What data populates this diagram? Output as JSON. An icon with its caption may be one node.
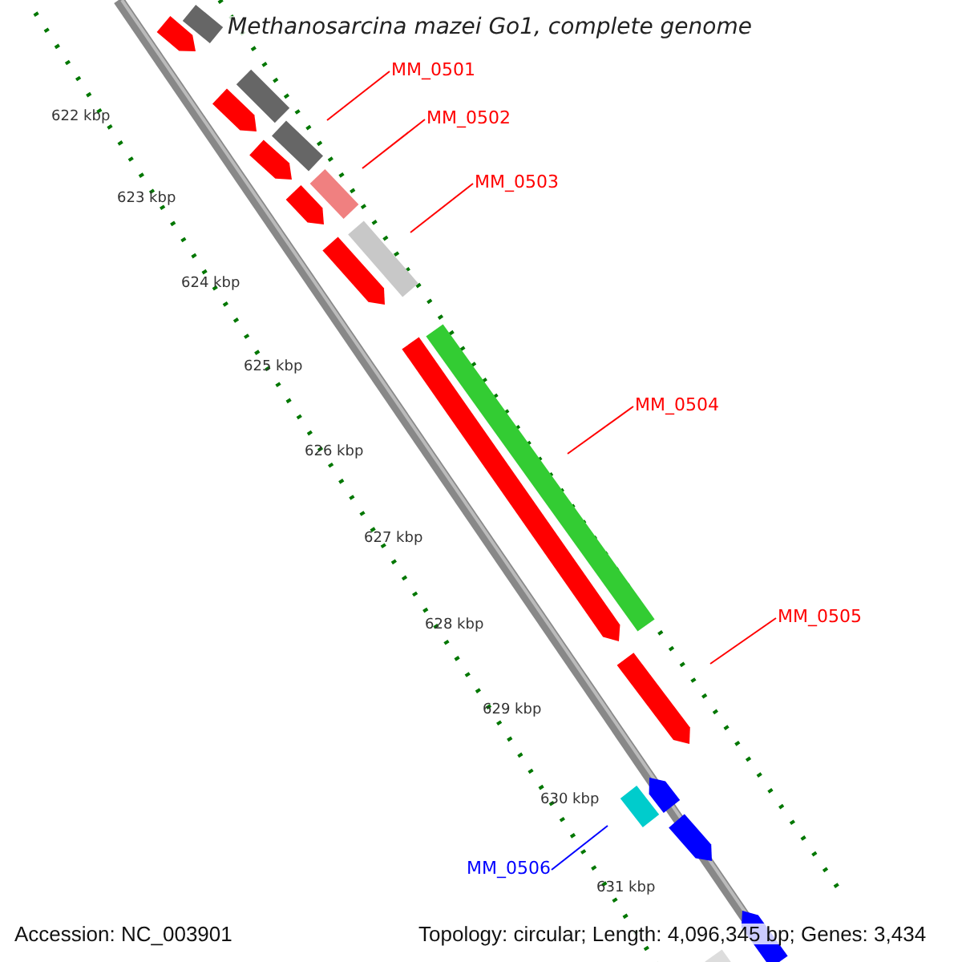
{
  "diagram": {
    "title": "Methanosarcina mazei Go1, complete genome",
    "nodes": [
      {
        "text": [
          "MM_0501"
        ]
      },
      {
        "text": [
          "MM_0502"
        ]
      },
      {
        "text": [
          "MM_0503"
        ]
      },
      {
        "text": [
          "MM_0504"
        ]
      },
      {
        "text": [
          "MM_0505"
        ]
      },
      {
        "text": [
          "MM_0506"
        ]
      }
    ],
    "edges": [
      {
        "from": 0,
        "to": null,
        "arrow": "none"
      },
      {
        "from": 1,
        "to": null,
        "arrow": "none"
      },
      {
        "from": 2,
        "to": null,
        "arrow": "none"
      },
      {
        "from": 3,
        "to": null,
        "arrow": "none"
      },
      {
        "from": 4,
        "to": null,
        "arrow": "none"
      },
      {
        "from": 5,
        "to": null,
        "arrow": "none",
        "color": "#0000ff"
      }
    ],
    "labels": [
      "622 kbp",
      "623 kbp",
      "624 kbp",
      "625 kbp",
      "626 kbp",
      "627 kbp",
      "628 kbp",
      "629 kbp",
      "630 kbp",
      "631 kbp",
      "Accession: NC_003901",
      "Topology: circular; Length: 4,096,345 bp; Genes: 3,434"
    ]
  }
}
